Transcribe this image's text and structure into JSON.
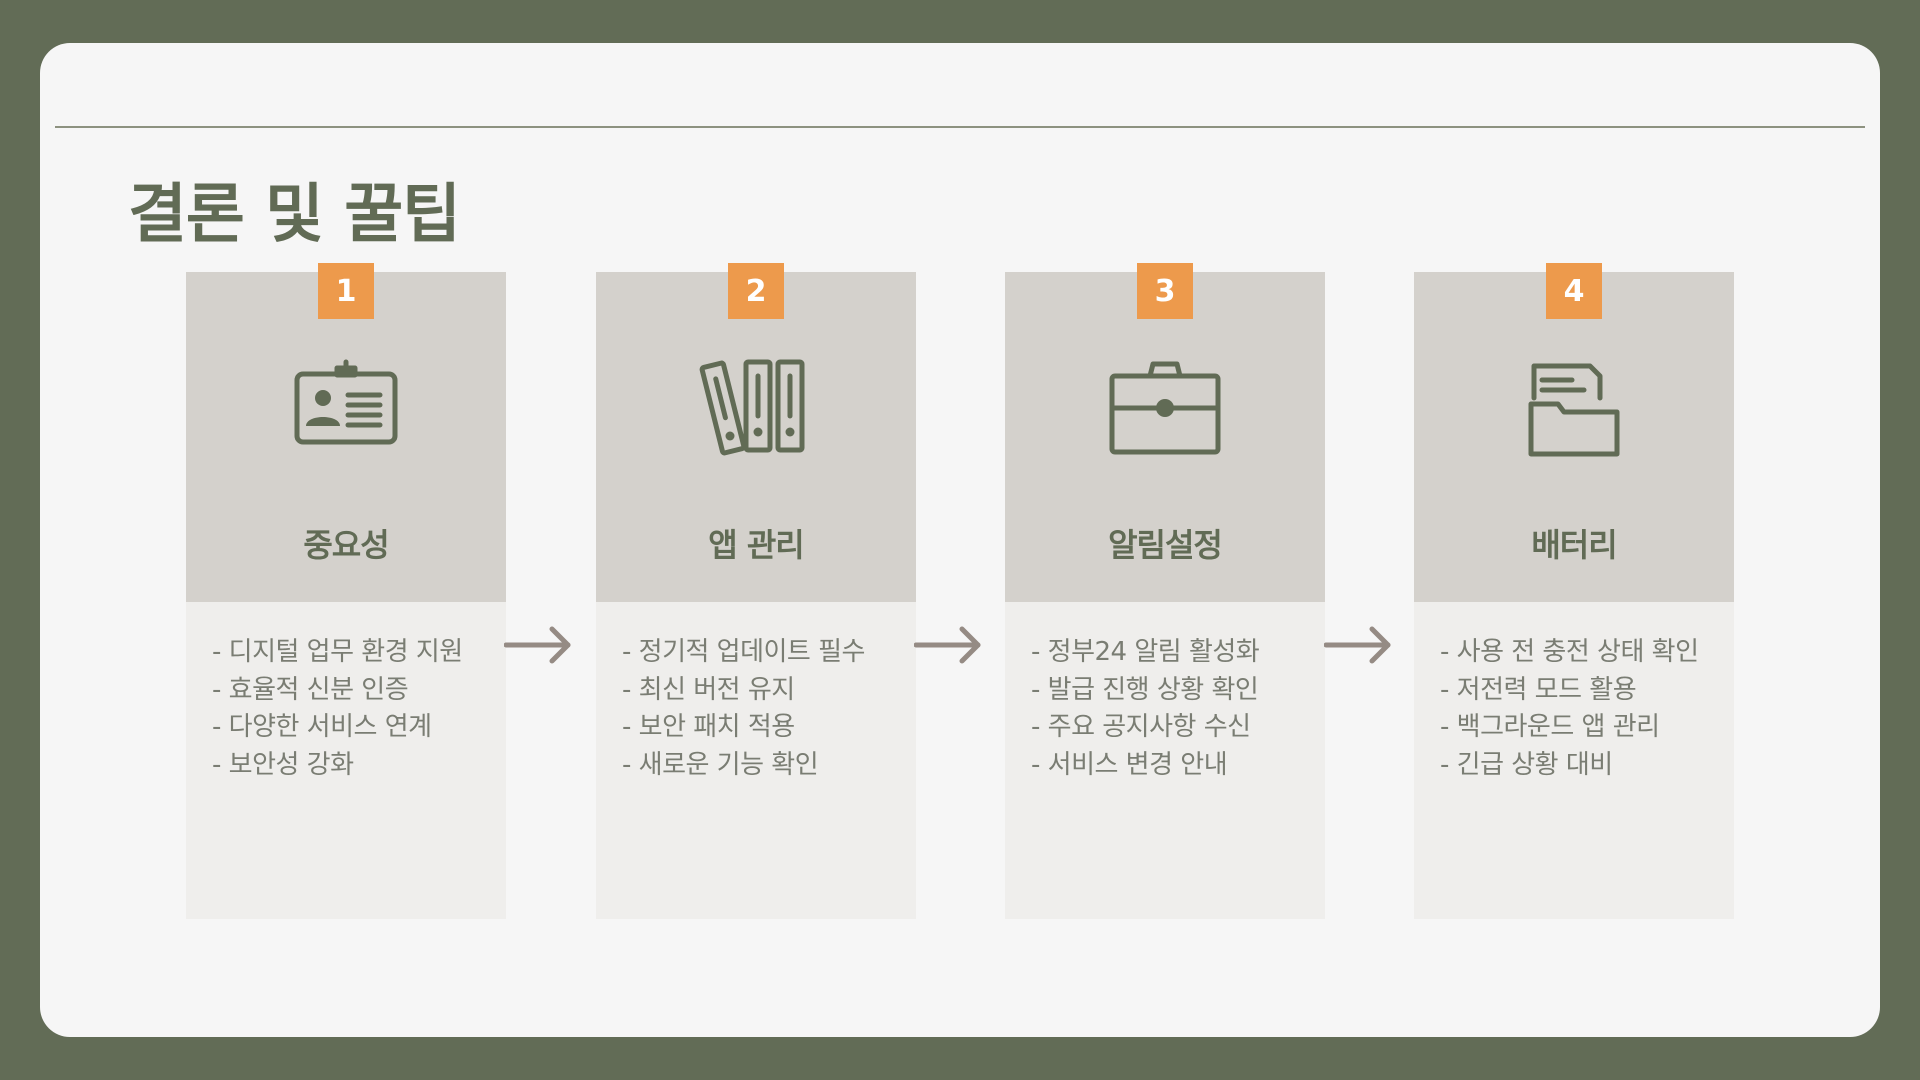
{
  "title": "결론 및 꿀팁",
  "colors": {
    "frame": "#626c56",
    "accent_badge": "#ed9a4c",
    "icon_and_title": "#616b55",
    "card_top": "#d4d1cc",
    "card_bottom": "#efeeec"
  },
  "cards": [
    {
      "number": "1",
      "icon": "id-card-icon",
      "title": "중요성",
      "items": [
        "- 디지털 업무 환경 지원",
        "- 효율적 신분 인증",
        "- 다양한 서비스 연계",
        "- 보안성 강화"
      ]
    },
    {
      "number": "2",
      "icon": "binders-icon",
      "title": "앱 관리",
      "items": [
        "- 정기적 업데이트 필수",
        "- 최신 버전 유지",
        "- 보안 패치 적용",
        "- 새로운 기능 확인"
      ]
    },
    {
      "number": "3",
      "icon": "briefcase-icon",
      "title": "알림설정",
      "items": [
        "- 정부24 알림 활성화",
        "- 발급 진행 상황 확인",
        "- 주요 공지사항 수신",
        "- 서비스 변경 안내"
      ]
    },
    {
      "number": "4",
      "icon": "folder-document-icon",
      "title": "배터리",
      "items": [
        "- 사용 전 충전 상태 확인",
        "- 저전력 모드 활용",
        "- 백그라운드 앱 관리",
        "- 긴급 상황 대비"
      ]
    }
  ]
}
